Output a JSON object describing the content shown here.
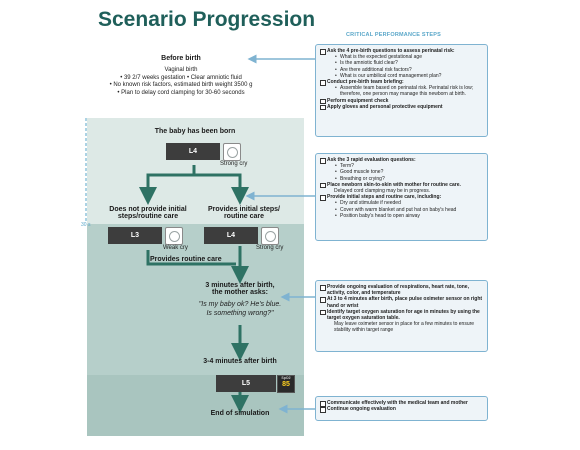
{
  "title": "Scenario Progression",
  "critical_steps_heading": "CRITICAL PERFORMANCE STEPS",
  "flow": {
    "before_birth": {
      "heading": "Before birth",
      "lines": [
        "Vaginal birth",
        "• 39 2/7 weeks gestation • Clear amniotic fluid",
        "• No known risk factors, estimated birth weight 3500 g",
        "• Plan to delay cord clamping for 30-60 seconds"
      ]
    },
    "born": {
      "heading": "The baby has been born",
      "monitor": "L4",
      "caption": "Strong cry"
    },
    "timer_label": "30 s",
    "left_branch": {
      "heading_line1": "Does not provide initial",
      "heading_line2": "steps/routine care",
      "monitor": "L3",
      "caption": "Weak cry"
    },
    "right_branch": {
      "heading_line1": "Provides initial steps/",
      "heading_line2": "routine care",
      "monitor": "L4",
      "caption": "Strong cry"
    },
    "provides_routine_care": "Provides routine care",
    "three_min": {
      "heading_line1": "3 minutes after birth,",
      "heading_line2": "the mother asks:",
      "quote_line1": "\"Is my baby ok? He's blue.",
      "quote_line2": "Is something wrong?\""
    },
    "three_four_min": {
      "heading": "3-4 minutes after birth",
      "monitor": "L5",
      "spo2_label": "SpO2",
      "spo2_value": "85"
    },
    "end": "End of simulation"
  },
  "panels": [
    {
      "items": [
        {
          "text": "Ask the 4 pre-birth questions to assess perinatal risk:",
          "subs": [
            "What is the expected gestational age",
            "Is the amniotic fluid clear?",
            "Are there additional risk factors?",
            "What is our umbilical cord management plan?"
          ]
        },
        {
          "text": "Conduct pre-birth team briefing:",
          "subs": [
            "Assemble team based on perinatal risk. Perinatal risk is low; therefore, one person may manage this newborn at birth."
          ]
        },
        {
          "text": "Perform equipment check",
          "subs": []
        },
        {
          "text": "Apply gloves and personal protective equipment",
          "subs": []
        }
      ]
    },
    {
      "items": [
        {
          "text": "Ask the 3 rapid evaluation questions:",
          "subs": [
            "Term?",
            "Good muscle tone?",
            "Breathing or crying?"
          ]
        },
        {
          "text": "Place newborn skin-to-skin with mother for routine care.",
          "note": "Delayed cord clamping may be in progress.",
          "subs": []
        },
        {
          "text": "Provide initial steps and routine care, including:",
          "subs": [
            "Dry and stimulate if needed",
            "Cover with warm blanket and put hat on baby's head",
            "Position baby's head to open airway"
          ]
        }
      ]
    },
    {
      "items": [
        {
          "text": "Provide ongoing evaluation of respirations, heart rate, tone, activity, color, and temperature",
          "subs": []
        },
        {
          "text": "At 3 to 4 minutes after birth, place pulse oximeter sensor on right hand or wrist",
          "subs": []
        },
        {
          "text": "Identify target oxygen saturation for age in minutes by using the target oxygen saturation table.",
          "note": "May leave oximeter sensor in place for a few minutes to ensure stability within target range",
          "subs": []
        }
      ]
    },
    {
      "items": [
        {
          "text": "Communicate effectively with the medical team and mother",
          "subs": []
        },
        {
          "text": "Continue ongoing evaluation",
          "subs": []
        }
      ]
    }
  ],
  "colors": {
    "title": "#1f5f5a",
    "arrow": "#2e7264",
    "connector": "#7fb3d1",
    "panel_border": "#7fb3d1",
    "flow_light": "#dde9e6",
    "flow_mid": "#b6cfca",
    "spo2_text": "#ffd21f"
  }
}
